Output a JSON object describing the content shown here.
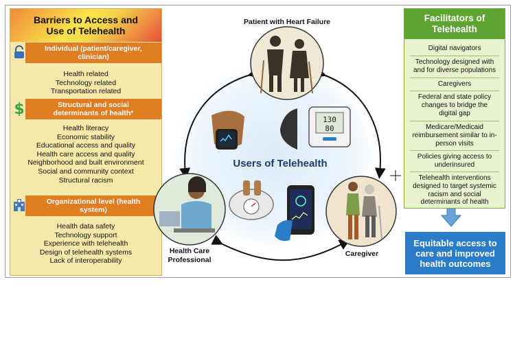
{
  "barriers": {
    "title": "Barriers to Access and Use of Telehealth",
    "categories": [
      {
        "label": "Individual (patient/caregiver, clinician)",
        "icon": "lock-icon",
        "items": [
          "Health related",
          "Technology related",
          "Transportation related"
        ]
      },
      {
        "label": "Structural and social determinants of health*",
        "icon": "dollar-icon",
        "items": [
          "Health literacy",
          "Economic stability",
          "Educational access and quality",
          "Health care access and quality",
          "Neighborhood and built environment",
          "Social and community context",
          "Structural racism"
        ]
      },
      {
        "label": "Organizational level (health system)",
        "icon": "hospital-icon",
        "items": [
          "Health data safety",
          "Technology support",
          "Experience with telehealth",
          "Design of telehealth systems",
          "Lack of interoperability"
        ]
      }
    ]
  },
  "center": {
    "title": "Users of Telehealth",
    "patient_label": "Patient with Heart Failure",
    "professional_label": "Health Care Professional",
    "caregiver_label": "Caregiver",
    "bp_reading_top": "130",
    "bp_reading_bottom": "80"
  },
  "facilitators": {
    "title": "Facilitators of Telehealth",
    "items": [
      "Digital navigators",
      "Technology designed with and for diverse populations",
      "Caregivers",
      "Federal and state policy changes to bridge the digital gap",
      "Medicare/Medicaid reimbursement similar to in-person visits",
      "Policies giving access to underinsured",
      "Telehealth interventions designed to target systemic racism and social determinants of health"
    ]
  },
  "outcome": {
    "label": "Equitable access to care and improved health outcomes"
  },
  "colors": {
    "orange": "#e07c22",
    "green": "#5fa331",
    "blue": "#2a7bc8",
    "cream": "#f6e8a8"
  }
}
